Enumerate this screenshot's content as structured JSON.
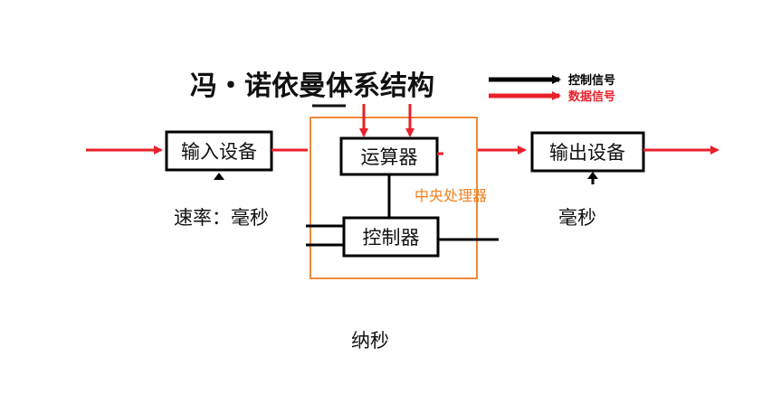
{
  "diagram": {
    "title": "冯・诺依曼体系结构",
    "legend": {
      "control_signal": "控制信号",
      "data_signal": "数据信号"
    },
    "nodes": {
      "input_device": "输入设备",
      "alu": "运算器",
      "control_unit": "控制器",
      "output_device": "输出设备",
      "cpu": "中央处理器"
    },
    "annotations": {
      "input_speed": "速率：毫秒",
      "output_speed": "毫秒",
      "cpu_speed": "纳秒"
    },
    "colors": {
      "control_signal": "#000000",
      "data_signal": "#e8202a",
      "cpu_border": "#f08a3a"
    }
  }
}
